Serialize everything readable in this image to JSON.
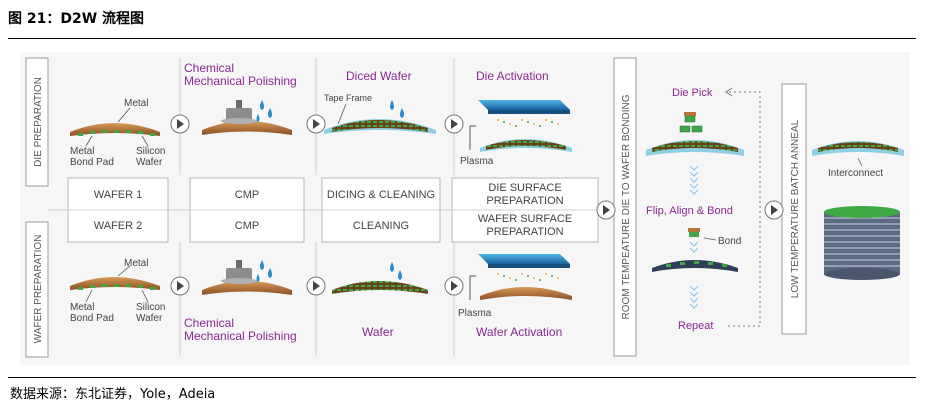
{
  "figure_title": "图 21：D2W 流程图",
  "source": "数据来源：东北证券，Yole，Adeia",
  "side_labels": {
    "die_prep": "DIE PREPARATION",
    "wafer_prep": "WAFER PREPARATION",
    "bonding": "ROOM TEMPEATURE DIE TO WAFER BONDING",
    "anneal": "LOW TEMPERATURE BATCH ANNEAL"
  },
  "top_row": {
    "metal": "Metal",
    "metal_bond_pad_1": "Metal",
    "metal_bond_pad_2": "Bond Pad",
    "silicon_wafer_1": "Silicon",
    "silicon_wafer_2": "Wafer",
    "cmp_1": "Chemical",
    "cmp_2": "Mechanical Polishing",
    "diced_wafer": "Diced Wafer",
    "tape_frame": "Tape Frame",
    "die_activation": "Die Activation",
    "plasma": "Plasma"
  },
  "bottom_row": {
    "metal": "Metal",
    "metal_bond_pad_1": "Metal",
    "metal_bond_pad_2": "Bond Pad",
    "silicon_wafer_1": "Silicon",
    "silicon_wafer_2": "Wafer",
    "cmp_1": "Chemical",
    "cmp_2": "Mechanical Polishing",
    "wafer": "Wafer",
    "wafer_activation": "Wafer Activation",
    "plasma": "Plasma"
  },
  "table": {
    "col1": [
      "WAFER 1",
      "WAFER 2"
    ],
    "col2": [
      "CMP",
      "CMP"
    ],
    "col3": [
      "DICING & CLEANING",
      "CLEANING"
    ],
    "col4_top": [
      "DIE SURFACE",
      "PREPARATION"
    ],
    "col4_bot": [
      "WAFER SURFACE",
      "PREPARATION"
    ]
  },
  "bonding": {
    "die_pick": "Die Pick",
    "flip_align_bond": "Flip, Align & Bond",
    "bond": "Bond",
    "repeat": "Repeat"
  },
  "anneal": {
    "interconnect": "Interconnect"
  },
  "colors": {
    "purple": "#8a2a8f",
    "copper": "#b8753a",
    "blue": "#2a8ccf",
    "green": "#3aa64a",
    "text": "#444444"
  }
}
